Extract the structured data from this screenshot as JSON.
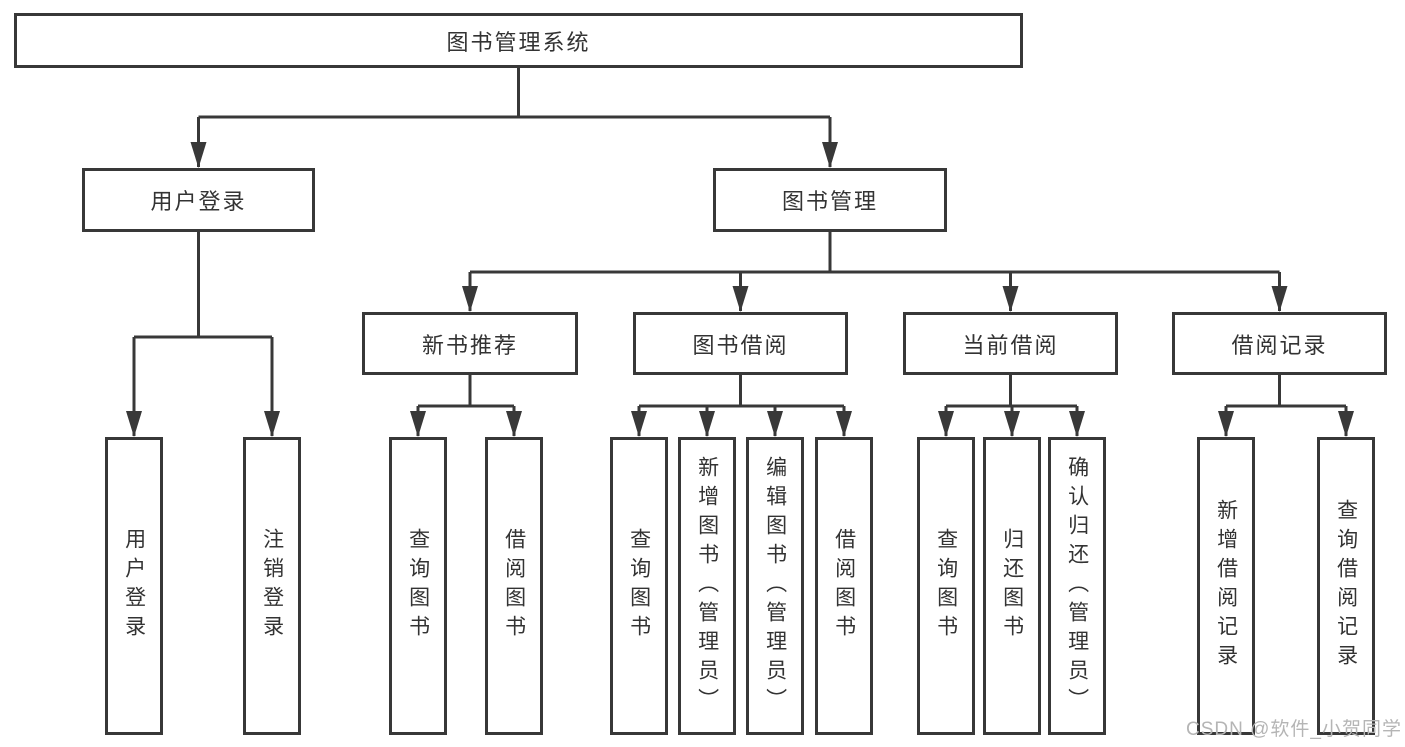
{
  "colors": {
    "line": "#383838",
    "text": "#333333",
    "watermark": "#b5b5b5",
    "box_background": "#ffffff"
  },
  "watermark": {
    "text": "CSDN @软件_小贺同学"
  },
  "tree": {
    "label": "图书管理系统",
    "children": [
      {
        "label": "用户登录",
        "children": [
          {
            "label": "用户登录"
          },
          {
            "label": "注销登录"
          }
        ]
      },
      {
        "label": "图书管理",
        "children": [
          {
            "label": "新书推荐",
            "children": [
              {
                "label": "查询图书"
              },
              {
                "label": "借阅图书"
              }
            ]
          },
          {
            "label": "图书借阅",
            "children": [
              {
                "label": "查询图书"
              },
              {
                "label": "新增图书（管理员）"
              },
              {
                "label": "编辑图书（管理员）"
              },
              {
                "label": "借阅图书"
              }
            ]
          },
          {
            "label": "当前借阅",
            "children": [
              {
                "label": "查询图书"
              },
              {
                "label": "归还图书"
              },
              {
                "label": "确认归还（管理员）"
              }
            ]
          },
          {
            "label": "借阅记录",
            "children": [
              {
                "label": "新增借阅记录"
              },
              {
                "label": "查询借阅记录"
              }
            ]
          }
        ]
      }
    ]
  }
}
